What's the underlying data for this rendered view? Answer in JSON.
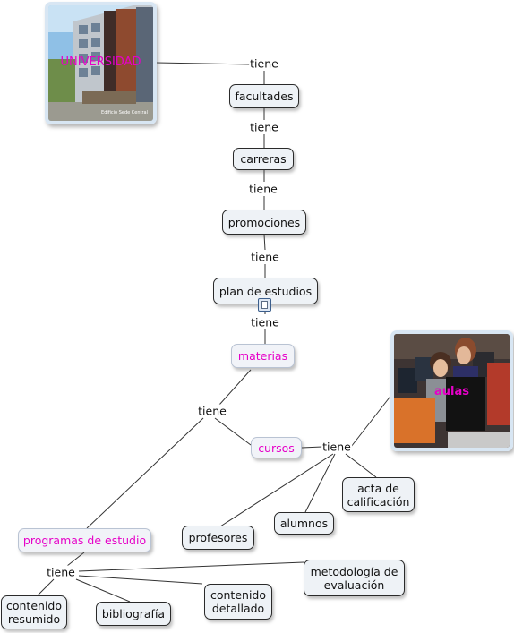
{
  "nodes": {
    "universidad": "UNIVERSIDAD",
    "universidad_caption": "Edificio Sede Central",
    "facultades": "facultades",
    "carreras": "carreras",
    "promociones": "promociones",
    "plan_de_estudios": "plan de estudios",
    "materias": "materias",
    "cursos": "cursos",
    "aulas": "aulas",
    "programas_de_estudio": "programas de estudio",
    "profesores": "profesores",
    "alumnos": "alumnos",
    "acta_de_calificacion": "acta de calificación",
    "contenido_resumido": "contenido resumido",
    "bibliografia": "bibliografía",
    "contenido_detallado": "contenido detallado",
    "metodologia_de_evaluacion": "metodología de evaluación"
  },
  "link_label": "tiene",
  "icons": {
    "resource": "document-icon"
  },
  "colors": {
    "highlight_text": "#e600c8",
    "node_fill": "#eef2f6",
    "edge": "#333333"
  }
}
